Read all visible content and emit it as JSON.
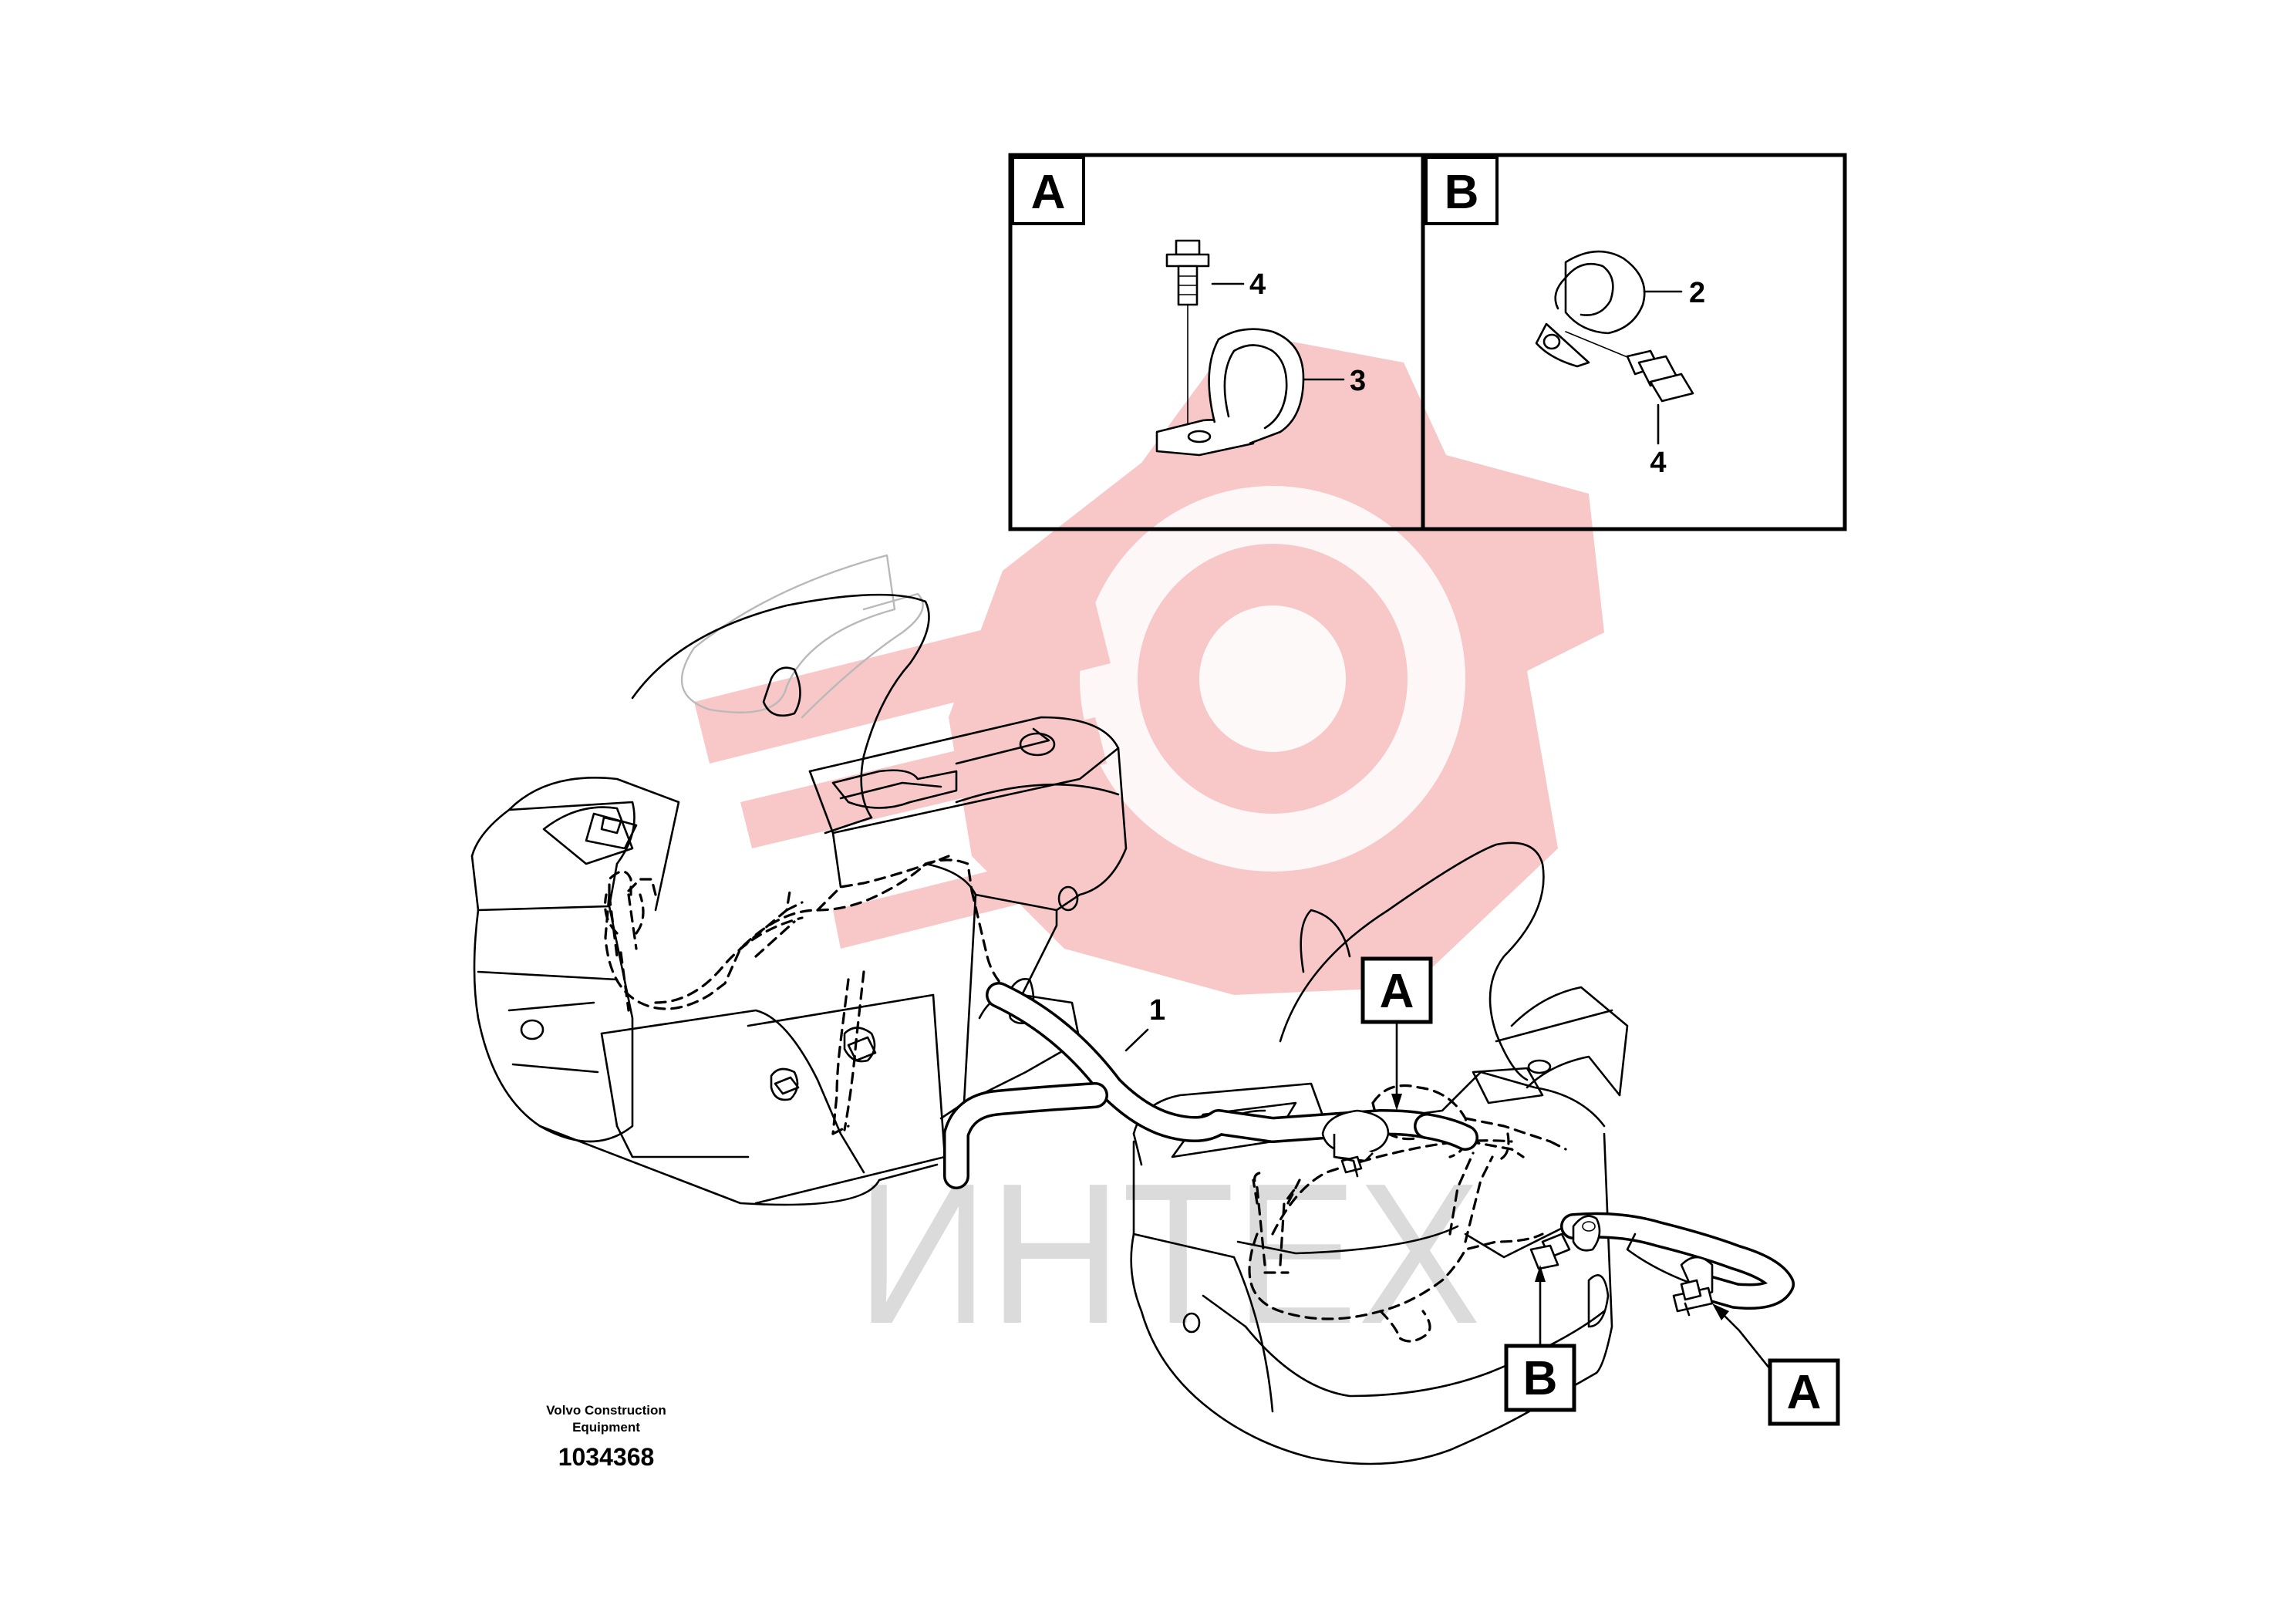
{
  "detail_views": [
    {
      "letter": "A",
      "callouts": [
        "4",
        "3"
      ]
    },
    {
      "letter": "B",
      "callouts": [
        "2",
        "4"
      ]
    }
  ],
  "main_callouts": {
    "hose": "1"
  },
  "location_markers": [
    "A",
    "B",
    "A"
  ],
  "footer": {
    "company_line1": "Volvo Construction",
    "company_line2": "Equipment",
    "drawing_number": "1034368"
  },
  "watermark": {
    "text": "ИНТЕХ",
    "colors": {
      "gear": "#f4b3b3",
      "text": "#c8c8c8"
    }
  }
}
